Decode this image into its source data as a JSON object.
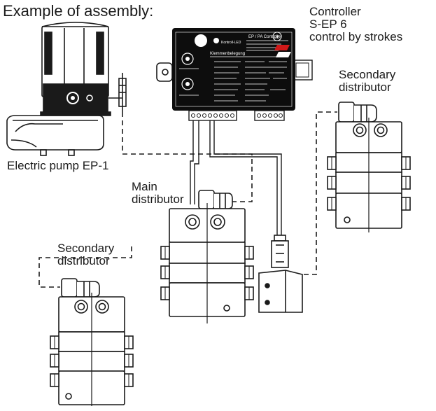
{
  "title": "Example of assembly:",
  "labels": {
    "controller": [
      "Controller",
      "S-EP 6",
      "control by strokes"
    ],
    "pump": "Electric pump EP-1",
    "main_distributor": [
      "Main",
      "distributor"
    ],
    "secondary_right": [
      "Secondary",
      "distributor"
    ],
    "secondary_left": [
      "Secondary",
      "distributor"
    ]
  },
  "controller_panel": {
    "header": "EP / PA Controller",
    "led_label": "Kontroll-LED",
    "section": "Klemmenbelegung",
    "ce_mark": "CE"
  },
  "colors": {
    "line": "#1a1a1a",
    "panel": "#0d0d0d",
    "background": "#ffffff",
    "brand_accent": "#d01818"
  }
}
